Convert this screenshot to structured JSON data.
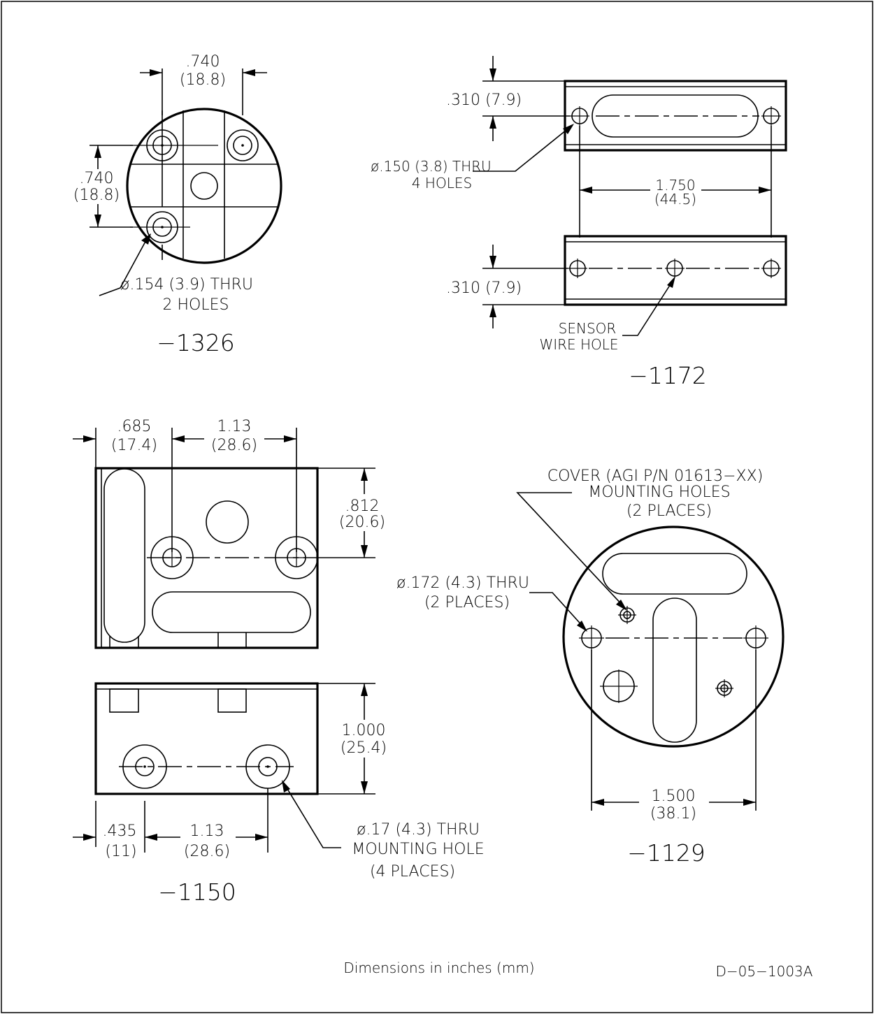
{
  "views": {
    "v1326": {
      "label": "−1326",
      "dim_h": {
        "in": ".740",
        "mm": "(18.8)"
      },
      "dim_v": {
        "in": ".740",
        "mm": "(18.8)"
      },
      "callout": [
        "ø.154 (3.9) THRU",
        "2 HOLES"
      ]
    },
    "v1172": {
      "label": "−1172",
      "dim_top": ".310 (7.9)",
      "dim_bottom": ".310 (7.9)",
      "dim_span": {
        "in": "1.750",
        "mm": "(44.5)"
      },
      "callout_holes": [
        "ø.150 (3.8) THRU",
        "4 HOLES"
      ],
      "callout_sensor": [
        "SENSOR",
        "WIRE HOLE"
      ]
    },
    "v1150": {
      "label": "−1150",
      "dim_top_left": {
        "in": ".685",
        "mm": "(17.4)"
      },
      "dim_top_span": {
        "in": "1.13",
        "mm": "(28.6)"
      },
      "dim_right_top": {
        "in": ".812",
        "mm": "(20.6)"
      },
      "dim_right_bottom": {
        "in": "1.000",
        "mm": "(25.4)"
      },
      "dim_bottom_left": {
        "in": ".435",
        "mm": "(11)"
      },
      "dim_bottom_span": {
        "in": "1.13",
        "mm": "(28.6)"
      },
      "callout": [
        "ø.17 (4.3) THRU",
        "MOUNTING HOLE",
        "(4 PLACES)"
      ]
    },
    "v1129": {
      "label": "−1129",
      "callout_cover": [
        "COVER (AGI P/N 01613−XX)",
        "MOUNTING HOLES",
        "(2 PLACES)"
      ],
      "callout_thru": [
        "ø.172 (4.3) THRU",
        "(2 PLACES)"
      ],
      "dim_span": {
        "in": "1.500",
        "mm": "(38.1)"
      }
    }
  },
  "footer": {
    "note": "Dimensions in inches (mm)",
    "drawing_number": "D−05−1003A"
  }
}
